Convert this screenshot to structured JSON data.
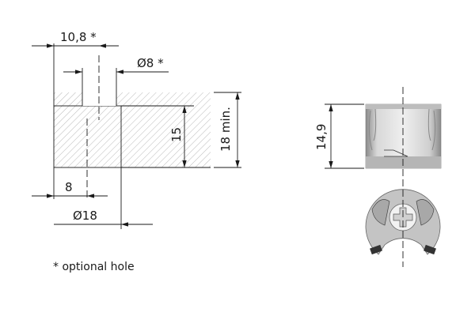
{
  "dimensions": {
    "offset": "10,8 *",
    "pilot_hole": "Ø8 *",
    "depth": "15",
    "panel_thickness": "18 min.",
    "edge": "8",
    "bore": "Ø18",
    "height": "14,9"
  },
  "note": "* optional hole"
}
